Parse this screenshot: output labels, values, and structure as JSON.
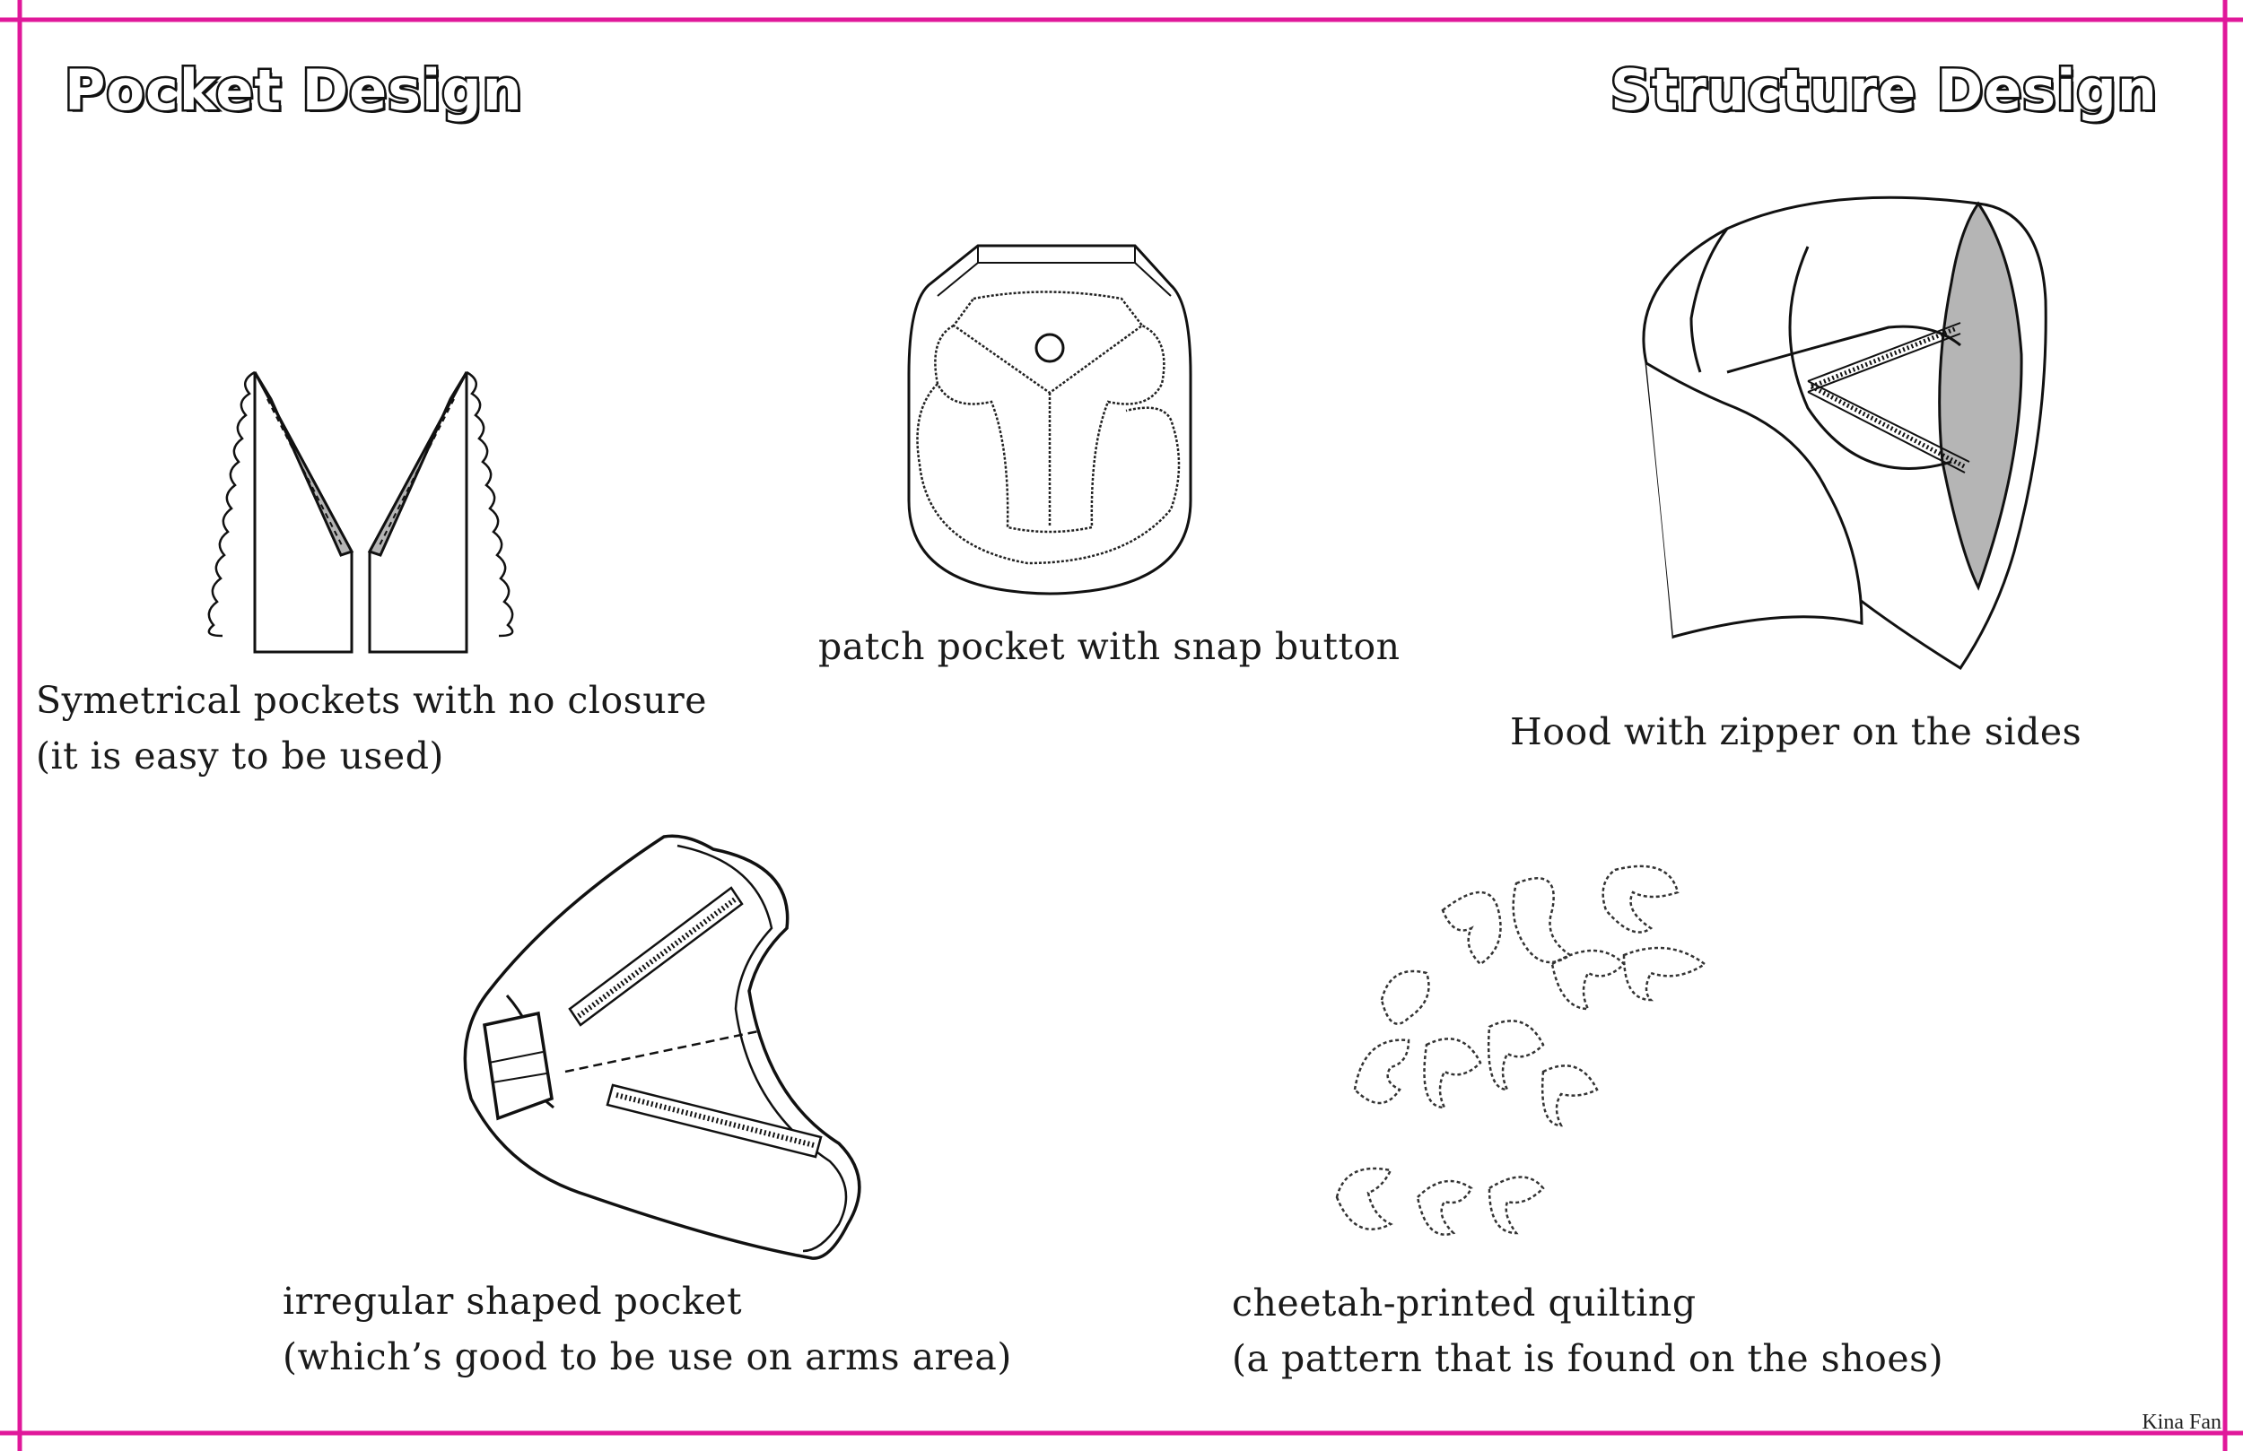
{
  "headings": {
    "left": "Pocket Design",
    "right": "Structure Design"
  },
  "items": {
    "symmetrical": {
      "line1": "Symetrical pockets with no closure",
      "line2": "(it is easy to be used)"
    },
    "patch": {
      "line1": "patch pocket with snap button"
    },
    "hood": {
      "line1": "Hood with zipper on the sides"
    },
    "irregular": {
      "line1": "irregular shaped pocket",
      "line2": "(which’s good to be use on arms area)"
    },
    "quilting": {
      "line1": "cheetah-printed quilting",
      "line2": "(a pattern that is found on the shoes)"
    }
  },
  "signature": "Kina Fan",
  "colors": {
    "border": "#e0189a",
    "shade": "#b5b5b5",
    "ink": "#111111"
  }
}
